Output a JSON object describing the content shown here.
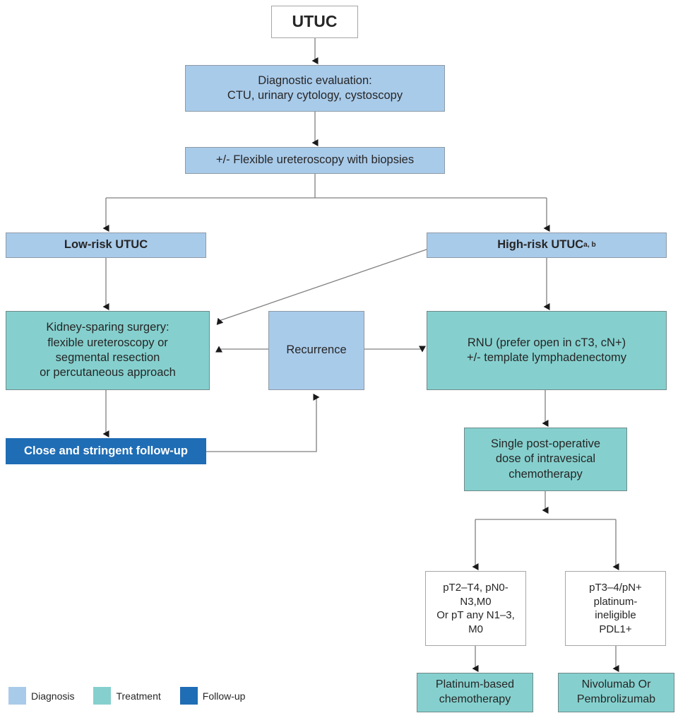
{
  "diagram": {
    "title": "UTUC management flowchart",
    "colors": {
      "diagnosis": "#A9CBEA",
      "treatment": "#85D0CE",
      "follow_up": "#1F6DB5",
      "box_border": "#8F8F8F",
      "connector": "#808080"
    },
    "nodes": {
      "utuc": "UTUC",
      "diagnostic": "Diagnostic evaluation:\nCTU, urinary cytology, cystoscopy",
      "flexible": "+/- Flexible ureteroscopy with biopsies",
      "low_risk": "Low-risk UTUC",
      "high_risk_main": "High-risk UTUC",
      "high_risk_sup": "a, b",
      "kidney_sparing": "Kidney-sparing surgery:\nflexible ureteroscopy or\nsegmental resection\nor percutaneous approach",
      "recurrence": "Recurrence",
      "rnu": "RNU (prefer open in cT3, cN+)\n+/- template lymphadenectomy",
      "follow_up": "Close and stringent follow-up",
      "single_dose": "Single post-operative\ndose of intravesical\nchemotherapy",
      "stage_left": "pT2–T4, pN0-\nN3,M0\nOr pT any N1–3,\nM0",
      "stage_right": "pT3–4/pN+\nplatinum-\nineligible\nPDL1+",
      "platinum": "Platinum-based\nchemotherapy",
      "nivolumab": "Nivolumab Or\nPembrolizumab"
    }
  },
  "legend": {
    "items": [
      {
        "label": "Diagnosis",
        "color": "#A9CBEA"
      },
      {
        "label": "Treatment",
        "color": "#85D0CE"
      },
      {
        "label": "Follow-up",
        "color": "#1F6DB5"
      }
    ]
  }
}
